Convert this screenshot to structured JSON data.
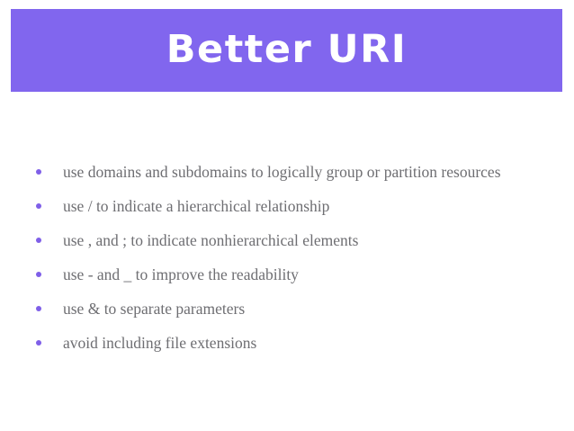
{
  "slide": {
    "background_color": "#ffffff",
    "title": {
      "text": "Better URI",
      "banner_color": "#8166ee",
      "text_color": "#ffffff"
    },
    "bullets": {
      "marker_color": "#7f5fe8",
      "text_color": "#6e6e72",
      "items": [
        {
          "text": "use domains and subdomains to logically group or partition resources"
        },
        {
          "text": "use / to indicate a hierarchical relationship"
        },
        {
          "text": "use , and ; to indicate nonhierarchical elements"
        },
        {
          "text": "use - and _ to improve the readability"
        },
        {
          "text": "use & to separate parameters"
        },
        {
          "text": "avoid including file extensions"
        }
      ]
    }
  }
}
